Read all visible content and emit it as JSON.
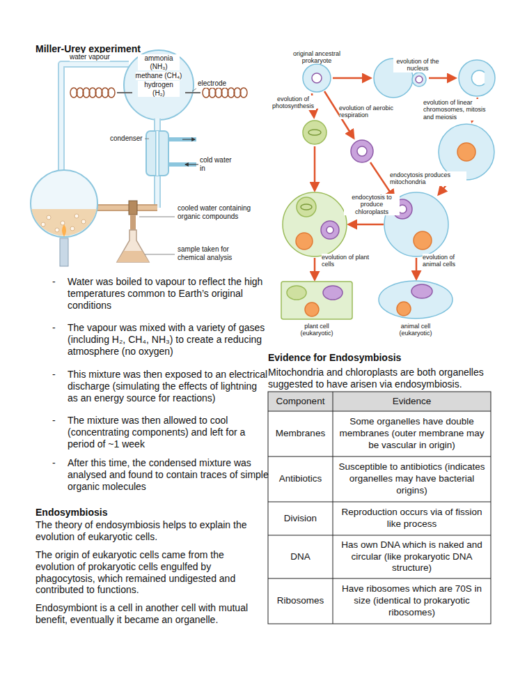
{
  "diagram": {
    "nodes": [
      {
        "text": [
          "original ancestral prokaryote"
        ]
      },
      {
        "text": [
          "plant cell (eukaryotic)"
        ]
      },
      {
        "text": [
          "animal cell (eukaryotic)"
        ]
      }
    ],
    "labels": [
      "Miller-Urey experiment",
      "water vapour",
      "ammonia (NH₃)",
      "methane (CH₄)",
      "hydrogen (H₂)",
      "electrode",
      "condenser",
      "cold water in",
      "cooled water containing organic compounds",
      "sample taken for chemical analysis",
      "-",
      "Water was boiled to vapour to reflect the high temperatures common to Earth’s original conditions",
      "-",
      "The vapour was mixed with a variety of gases (including H₂, CH₄, NH₃) to create a reducing atmosphere (no oxygen)",
      "-",
      "This mixture was then exposed to an electrical discharge (simulating the effects of lightning as an energy source for reactions)",
      "-",
      "The mixture was then allowed to cool (concentrating components) and left for a period of ~1 week",
      "-",
      "After this time, the condensed mixture was analysed and found to contain traces of simple organic molecules",
      "Endosymbiosis",
      "The theory of endosymbiosis helps to explain the evolution of eukaryotic cells.",
      "The origin of eukaryotic cells came from the evolution of prokaryotic cells engulfed by phagocytosis, which remained undigested and contributed to functions.",
      "Endosymbiont is a cell in another cell with mutual benefit, eventually it became an organelle.",
      "evolution of the nucleus",
      "evolution of photosynthesis",
      "evolution of aerobic respiration",
      "evolution of linear chromosomes, mitosis and meiosis",
      "endocytosis produces mitochondria",
      "endocytosis to produce chloroplasts",
      "evolution of plant cells",
      "evolution of animal cells",
      "Evidence for Endosymbiosis",
      "Mitochondria and chloroplasts are both organelles suggested to have arisen via endosymbiosis.",
      "Component",
      "Evidence",
      "Membranes",
      "Some organelles have double membranes (outer membrane may be vascular in origin)",
      "Antibiotics",
      "Susceptible to antibiotics (indicates organelles may have bacterial origins)",
      "Division",
      "Reproduction occurs via of fission like process",
      "DNA",
      "Has own DNA which is naked and circular (like prokaryotic DNA structure)",
      "Ribosomes",
      "Have ribosomes which are 70S in size (identical to prokaryotic ribosomes)"
    ]
  }
}
